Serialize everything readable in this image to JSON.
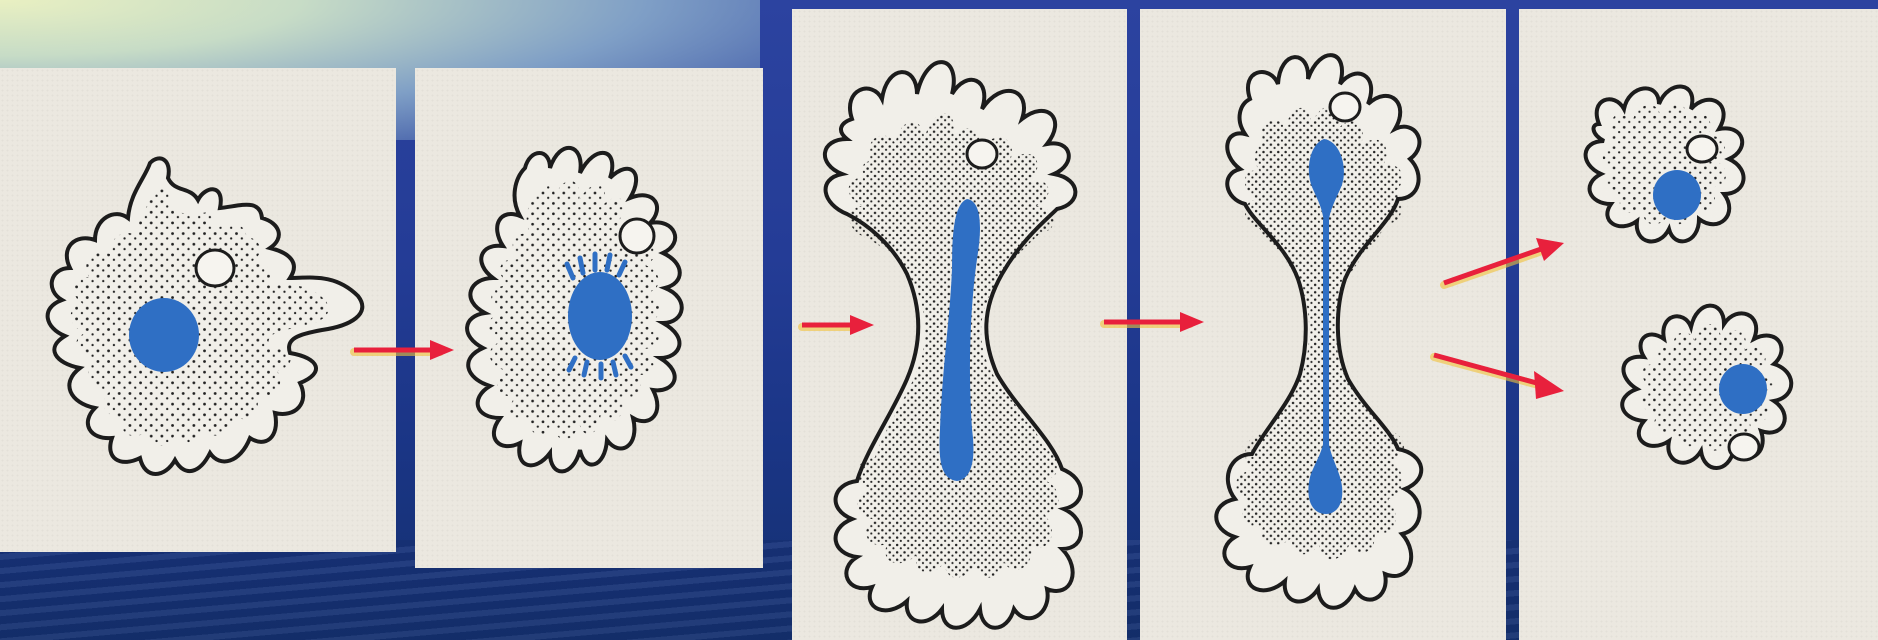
{
  "diagram": {
    "stages": [
      {
        "id": "interphase",
        "order": 1
      },
      {
        "id": "nucleus-division-start",
        "order": 2
      },
      {
        "id": "nucleus-elongation",
        "order": 3
      },
      {
        "id": "cytokinesis",
        "order": 4
      },
      {
        "id": "daughter-cells",
        "order": 5
      }
    ],
    "colors": {
      "panel": "#ebe8e0",
      "outline": "#1c1c1c",
      "nucleus": "#2f6fc4",
      "arrow": "#e8203c",
      "arrow_glow": "#f2c23a",
      "background": "#243c96"
    },
    "labels": []
  }
}
